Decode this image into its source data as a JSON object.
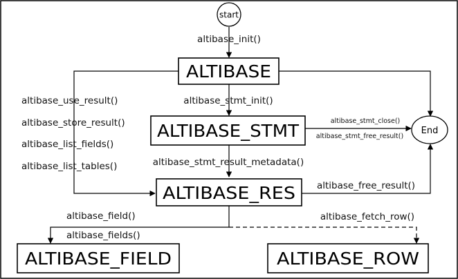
{
  "nodes": {
    "start": "start",
    "end": "End",
    "altibase": "ALTIBASE",
    "stmt": "ALTIBASE_STMT",
    "res": "ALTIBASE_RES",
    "field": "ALTIBASE_FIELD",
    "row": "ALTIBASE_ROW"
  },
  "edges": {
    "init": "altibase_init()",
    "use_result": "altibase_use_result()",
    "store_result": "altibase_store_result()",
    "list_fields": "altibase_list_fields()",
    "list_tables": "altibase_list_tables()",
    "stmt_init": "altibase_stmt_init()",
    "stmt_close": "altibase_stmt_close()",
    "stmt_free_result": "altibase_stmt_free_result()",
    "stmt_result_metadata": "altibase_stmt_result_metadata()",
    "free_result": "altibase_free_result()",
    "field": "altibase_field()",
    "fields": "altibase_fields()",
    "fetch_row": "altibase_fetch_row()"
  }
}
